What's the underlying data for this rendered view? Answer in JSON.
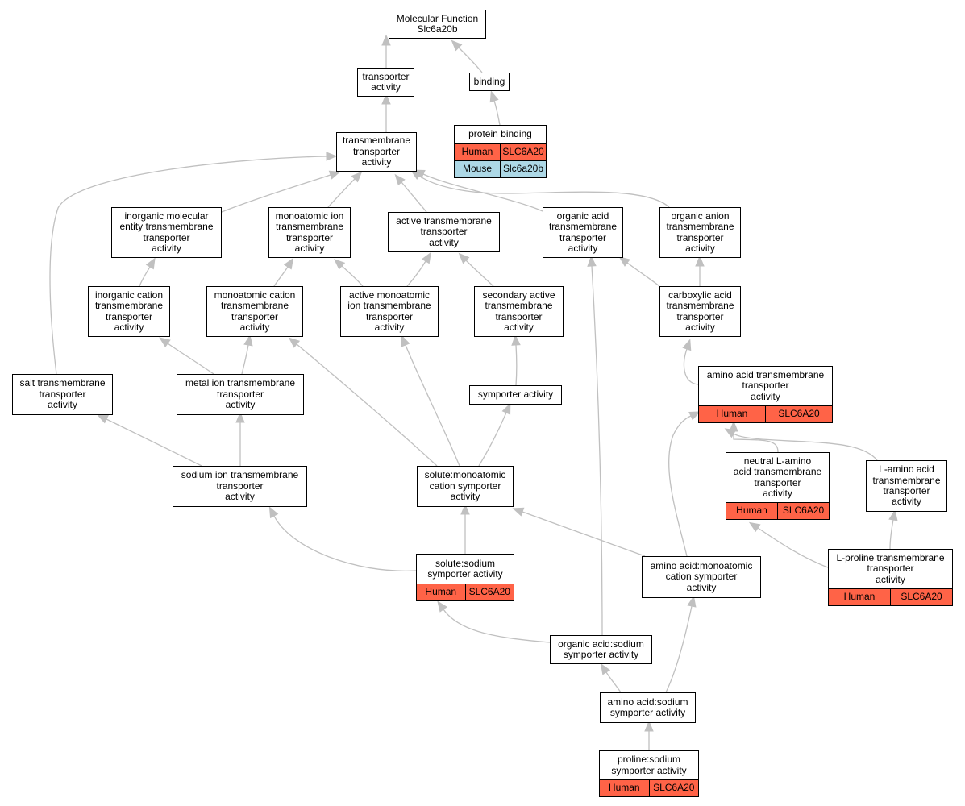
{
  "colors": {
    "edge": "#c0c0c0",
    "human": "#ff6347",
    "mouse": "#add8e6"
  },
  "nodes": [
    {
      "id": "mf",
      "label": "Molecular Function\nSlc6a20b"
    },
    {
      "id": "transporter",
      "label": "transporter\nactivity"
    },
    {
      "id": "binding",
      "label": "binding"
    },
    {
      "id": "protein_binding",
      "label": "protein binding",
      "rows": [
        {
          "species": "Human",
          "gene": "SLC6A20"
        },
        {
          "species": "Mouse",
          "gene": "Slc6a20b"
        }
      ]
    },
    {
      "id": "tm_transporter",
      "label": "transmembrane\ntransporter\nactivity"
    },
    {
      "id": "inorganic_mol",
      "label": "inorganic molecular\nentity transmembrane\ntransporter\nactivity"
    },
    {
      "id": "monoatomic_ion",
      "label": "monoatomic ion\ntransmembrane\ntransporter\nactivity"
    },
    {
      "id": "active_tm",
      "label": "active transmembrane\ntransporter\nactivity"
    },
    {
      "id": "organic_acid_tm",
      "label": "organic acid\ntransmembrane\ntransporter\nactivity"
    },
    {
      "id": "organic_anion_tm",
      "label": "organic anion\ntransmembrane\ntransporter\nactivity"
    },
    {
      "id": "inorganic_cation",
      "label": "inorganic cation\ntransmembrane\ntransporter\nactivity"
    },
    {
      "id": "monoatomic_cation",
      "label": "monoatomic cation\ntransmembrane\ntransporter\nactivity"
    },
    {
      "id": "active_monoatomic",
      "label": "active monoatomic\nion transmembrane\ntransporter\nactivity"
    },
    {
      "id": "secondary_active",
      "label": "secondary active\ntransmembrane\ntransporter\nactivity"
    },
    {
      "id": "carboxylic",
      "label": "carboxylic acid\ntransmembrane\ntransporter\nactivity"
    },
    {
      "id": "salt_tm",
      "label": "salt transmembrane\ntransporter\nactivity"
    },
    {
      "id": "metal_ion",
      "label": "metal ion transmembrane\ntransporter\nactivity"
    },
    {
      "id": "symporter",
      "label": "symporter activity"
    },
    {
      "id": "amino_acid_tm",
      "label": "amino acid transmembrane\ntransporter\nactivity",
      "rows": [
        {
          "species": "Human",
          "gene": "SLC6A20"
        }
      ]
    },
    {
      "id": "sodium_ion_tm",
      "label": "sodium ion transmembrane\ntransporter\nactivity"
    },
    {
      "id": "solute_monoatomic",
      "label": "solute:monoatomic\ncation symporter\nactivity"
    },
    {
      "id": "neutral_l_amino",
      "label": "neutral L-amino\nacid transmembrane\ntransporter\nactivity",
      "rows": [
        {
          "species": "Human",
          "gene": "SLC6A20"
        }
      ]
    },
    {
      "id": "l_amino",
      "label": "L-amino acid\ntransmembrane\ntransporter\nactivity"
    },
    {
      "id": "solute_sodium",
      "label": "solute:sodium\nsymporter activity",
      "rows": [
        {
          "species": "Human",
          "gene": "SLC6A20"
        }
      ]
    },
    {
      "id": "amino_monoatomic",
      "label": "amino acid:monoatomic\ncation symporter\nactivity"
    },
    {
      "id": "l_proline_tm",
      "label": "L-proline transmembrane\ntransporter\nactivity",
      "rows": [
        {
          "species": "Human",
          "gene": "SLC6A20"
        }
      ]
    },
    {
      "id": "organic_acid_sodium",
      "label": "organic acid:sodium\nsymporter activity"
    },
    {
      "id": "amino_sodium",
      "label": "amino acid:sodium\nsymporter activity"
    },
    {
      "id": "proline_sodium",
      "label": "proline:sodium\nsymporter activity",
      "rows": [
        {
          "species": "Human",
          "gene": "SLC6A20"
        }
      ]
    }
  ],
  "edges": [
    [
      "transporter",
      "mf"
    ],
    [
      "binding",
      "mf"
    ],
    [
      "protein_binding",
      "binding"
    ],
    [
      "tm_transporter",
      "transporter"
    ],
    [
      "inorganic_mol",
      "tm_transporter"
    ],
    [
      "monoatomic_ion",
      "tm_transporter"
    ],
    [
      "active_tm",
      "tm_transporter"
    ],
    [
      "organic_acid_tm",
      "tm_transporter"
    ],
    [
      "organic_anion_tm",
      "tm_transporter"
    ],
    [
      "salt_tm",
      "tm_transporter"
    ],
    [
      "inorganic_cation",
      "inorganic_mol"
    ],
    [
      "monoatomic_cation",
      "monoatomic_ion"
    ],
    [
      "active_monoatomic",
      "monoatomic_ion"
    ],
    [
      "active_monoatomic",
      "active_tm"
    ],
    [
      "secondary_active",
      "active_tm"
    ],
    [
      "carboxylic",
      "organic_acid_tm"
    ],
    [
      "carboxylic",
      "organic_anion_tm"
    ],
    [
      "metal_ion",
      "inorganic_cation"
    ],
    [
      "metal_ion",
      "monoatomic_cation"
    ],
    [
      "symporter",
      "secondary_active"
    ],
    [
      "amino_acid_tm",
      "carboxylic"
    ],
    [
      "sodium_ion_tm",
      "salt_tm"
    ],
    [
      "sodium_ion_tm",
      "metal_ion"
    ],
    [
      "solute_monoatomic",
      "monoatomic_cation"
    ],
    [
      "solute_monoatomic",
      "active_monoatomic"
    ],
    [
      "solute_monoatomic",
      "symporter"
    ],
    [
      "neutral_l_amino",
      "amino_acid_tm"
    ],
    [
      "l_amino",
      "amino_acid_tm"
    ],
    [
      "solute_sodium",
      "sodium_ion_tm"
    ],
    [
      "solute_sodium",
      "solute_monoatomic"
    ],
    [
      "amino_monoatomic",
      "solute_monoatomic"
    ],
    [
      "amino_monoatomic",
      "amino_acid_tm"
    ],
    [
      "l_proline_tm",
      "neutral_l_amino"
    ],
    [
      "l_proline_tm",
      "l_amino"
    ],
    [
      "organic_acid_sodium",
      "solute_sodium"
    ],
    [
      "organic_acid_sodium",
      "organic_acid_tm"
    ],
    [
      "amino_sodium",
      "organic_acid_sodium"
    ],
    [
      "amino_sodium",
      "amino_monoatomic"
    ],
    [
      "proline_sodium",
      "amino_sodium"
    ]
  ]
}
